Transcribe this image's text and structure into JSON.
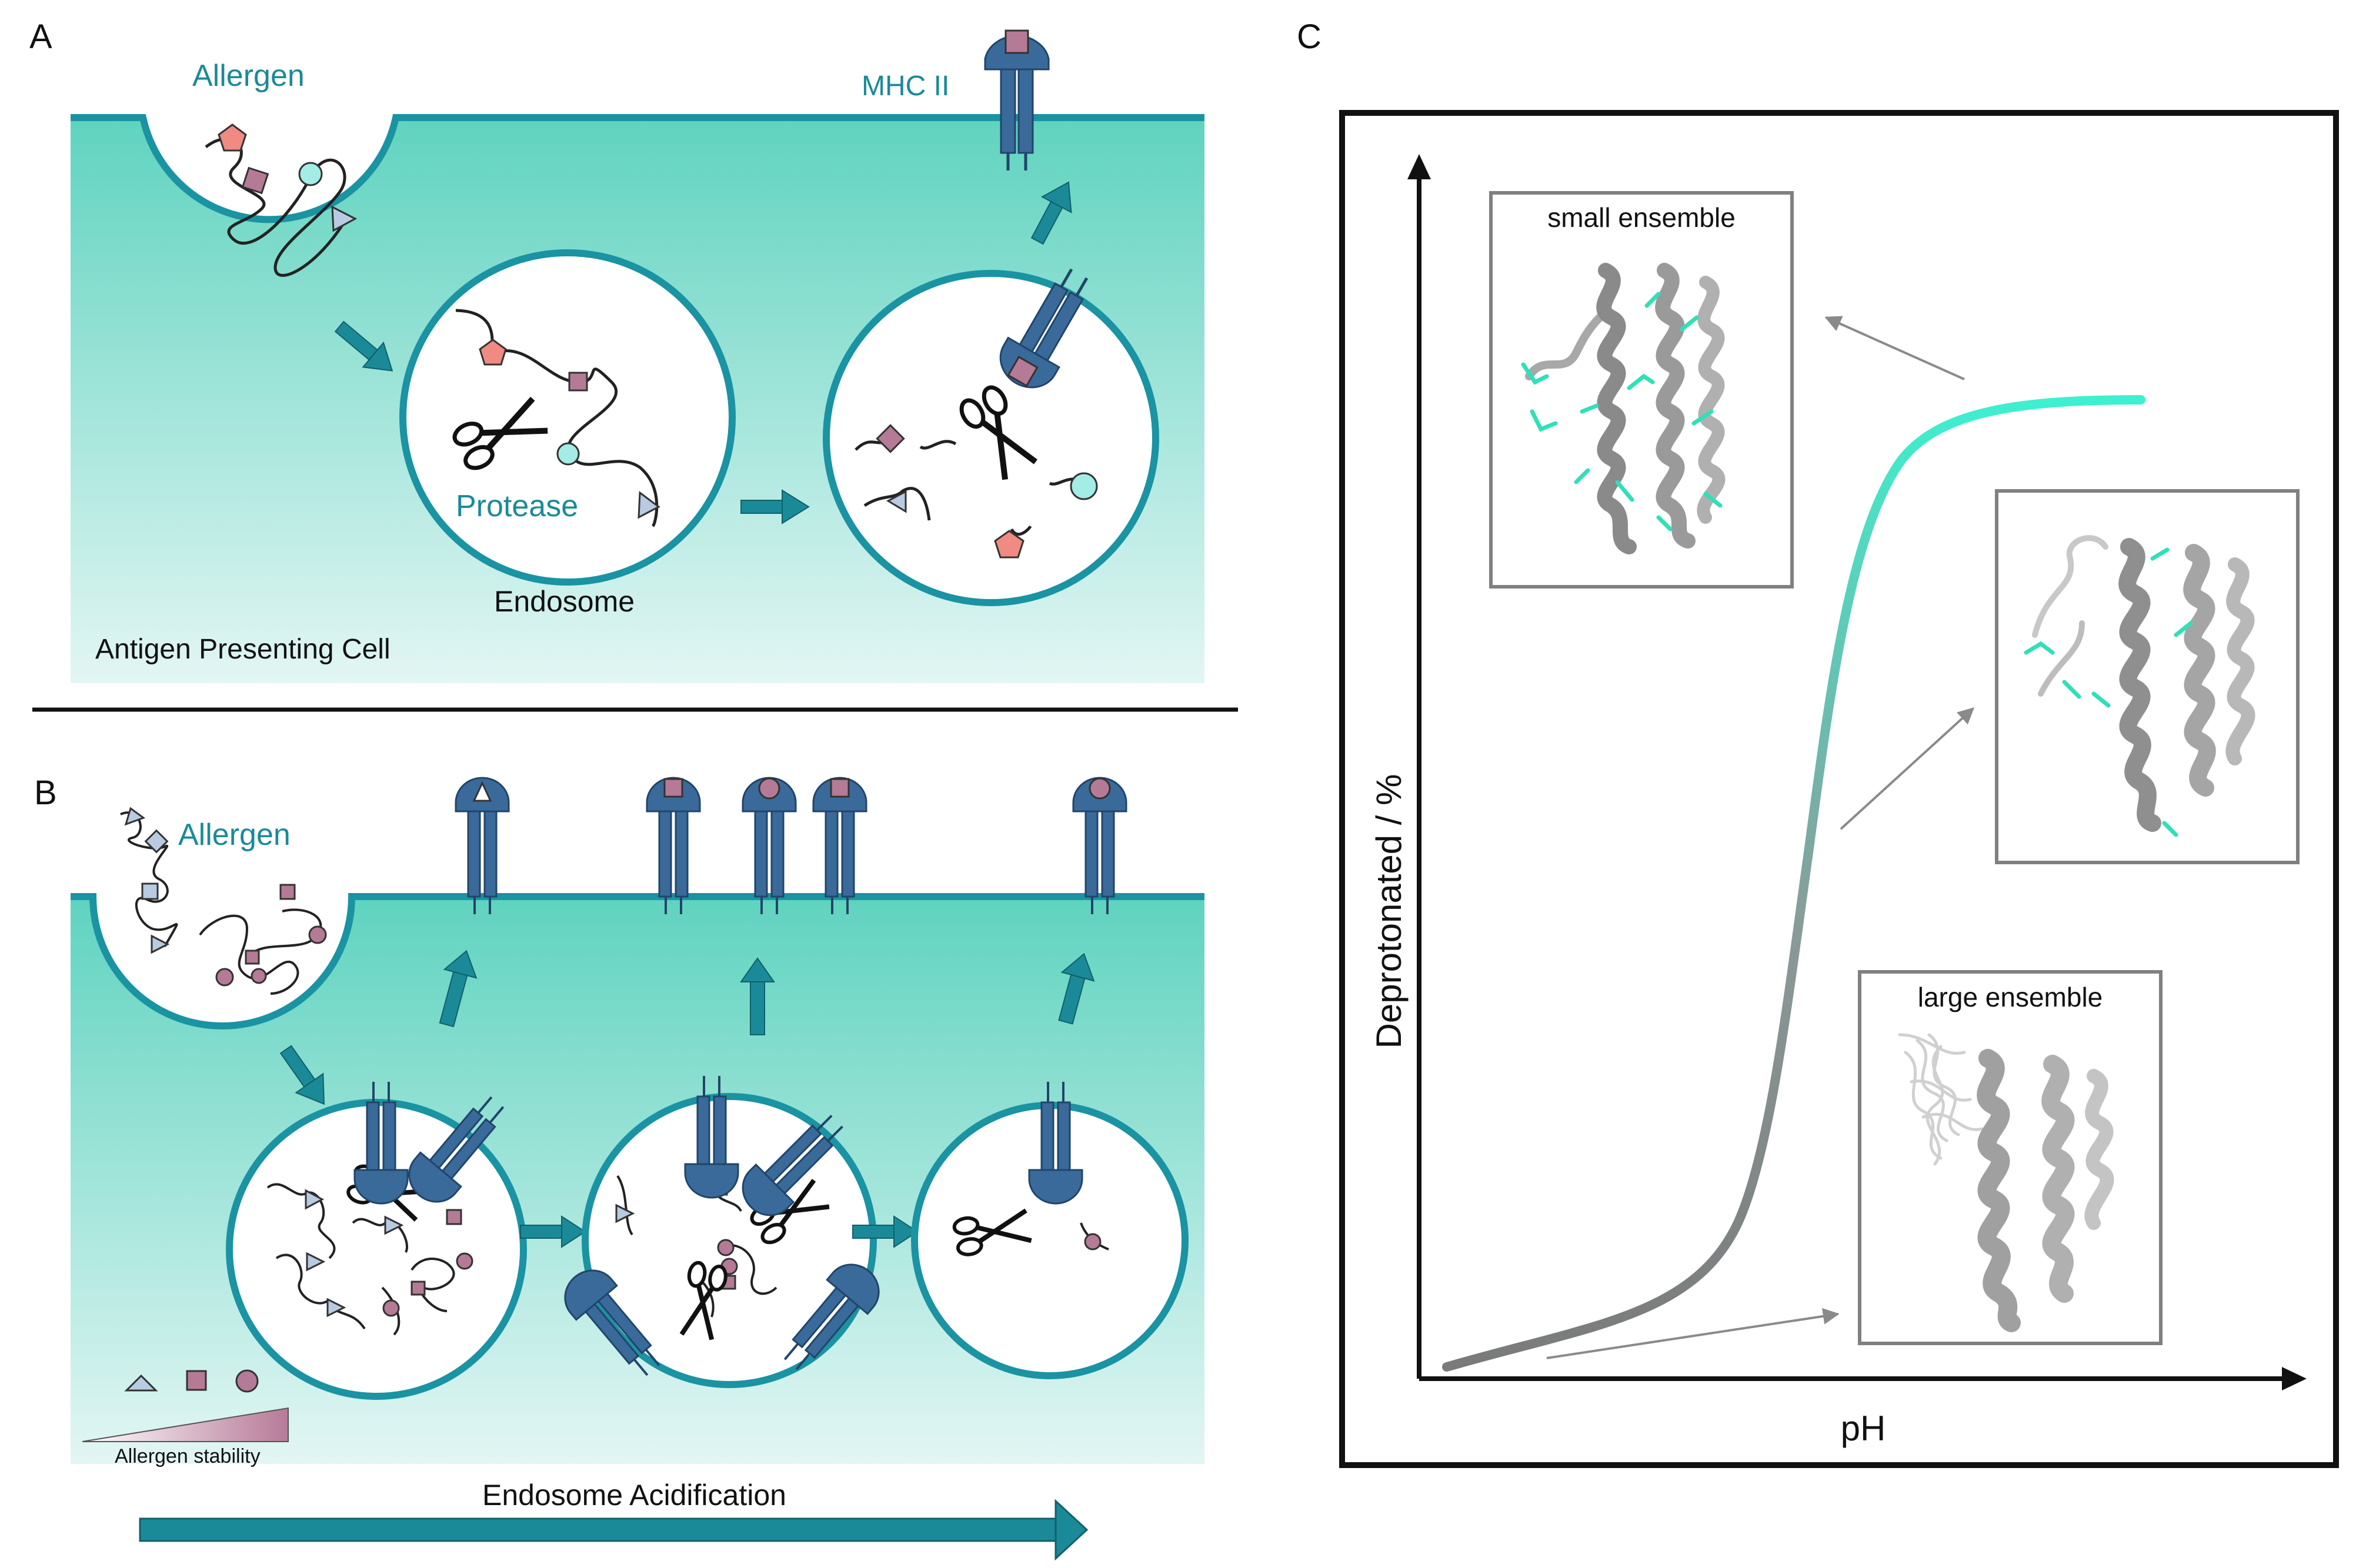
{
  "panel_a": {
    "letter": "A",
    "allergen_label": "Allergen",
    "mhc_label": "MHC II",
    "protease_label": "Protease",
    "endosome_label": "Endosome",
    "cell_label": "Antigen Presenting Cell"
  },
  "panel_b": {
    "letter": "B",
    "allergen_label": "Allergen",
    "stability_label": "Allergen stability",
    "acidification_label": "Endosome Acidification"
  },
  "panel_c": {
    "letter": "C",
    "y_label": "Deprotonated / %",
    "x_label": "pH",
    "inset_small_label": "small ensemble",
    "inset_large_label": "large ensemble"
  },
  "colors": {
    "teal": "#1a93a3",
    "teal_light": "#5fd3bf",
    "mhc_blue": "#3a6a9a",
    "pentagon": "#f08a82",
    "square": "#b57a96",
    "circle": "#a4ece6",
    "triangle": "#b8cbe3",
    "curve_end": "#3df0d0",
    "protein_grey": "#9a9a9a"
  }
}
